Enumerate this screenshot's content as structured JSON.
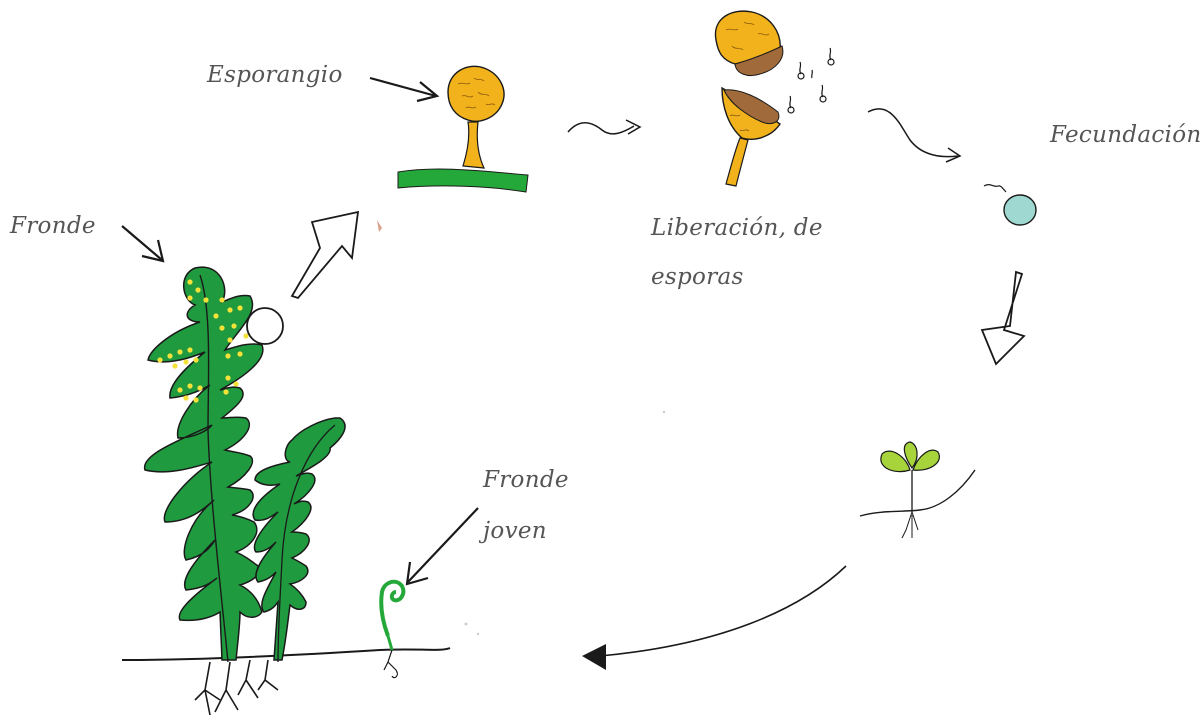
{
  "labels": {
    "sporangium": "Esporangio",
    "frond": "Fronde",
    "spore_release_line1": "Liberación, de",
    "spore_release_line2": "esporas",
    "fertilization": "Fecundación",
    "young_frond_line1": "Fronde",
    "young_frond_line2": "joven"
  },
  "colors": {
    "frond_green": "#1f9a3f",
    "sporangium_yellow": "#f2b21b",
    "ground_green": "#25a83a",
    "spore_brown": "#a06a3a",
    "zygote_teal": "#9fd8d0",
    "seedling_green": "#a6d43a",
    "ink": "#1a1a1a"
  }
}
